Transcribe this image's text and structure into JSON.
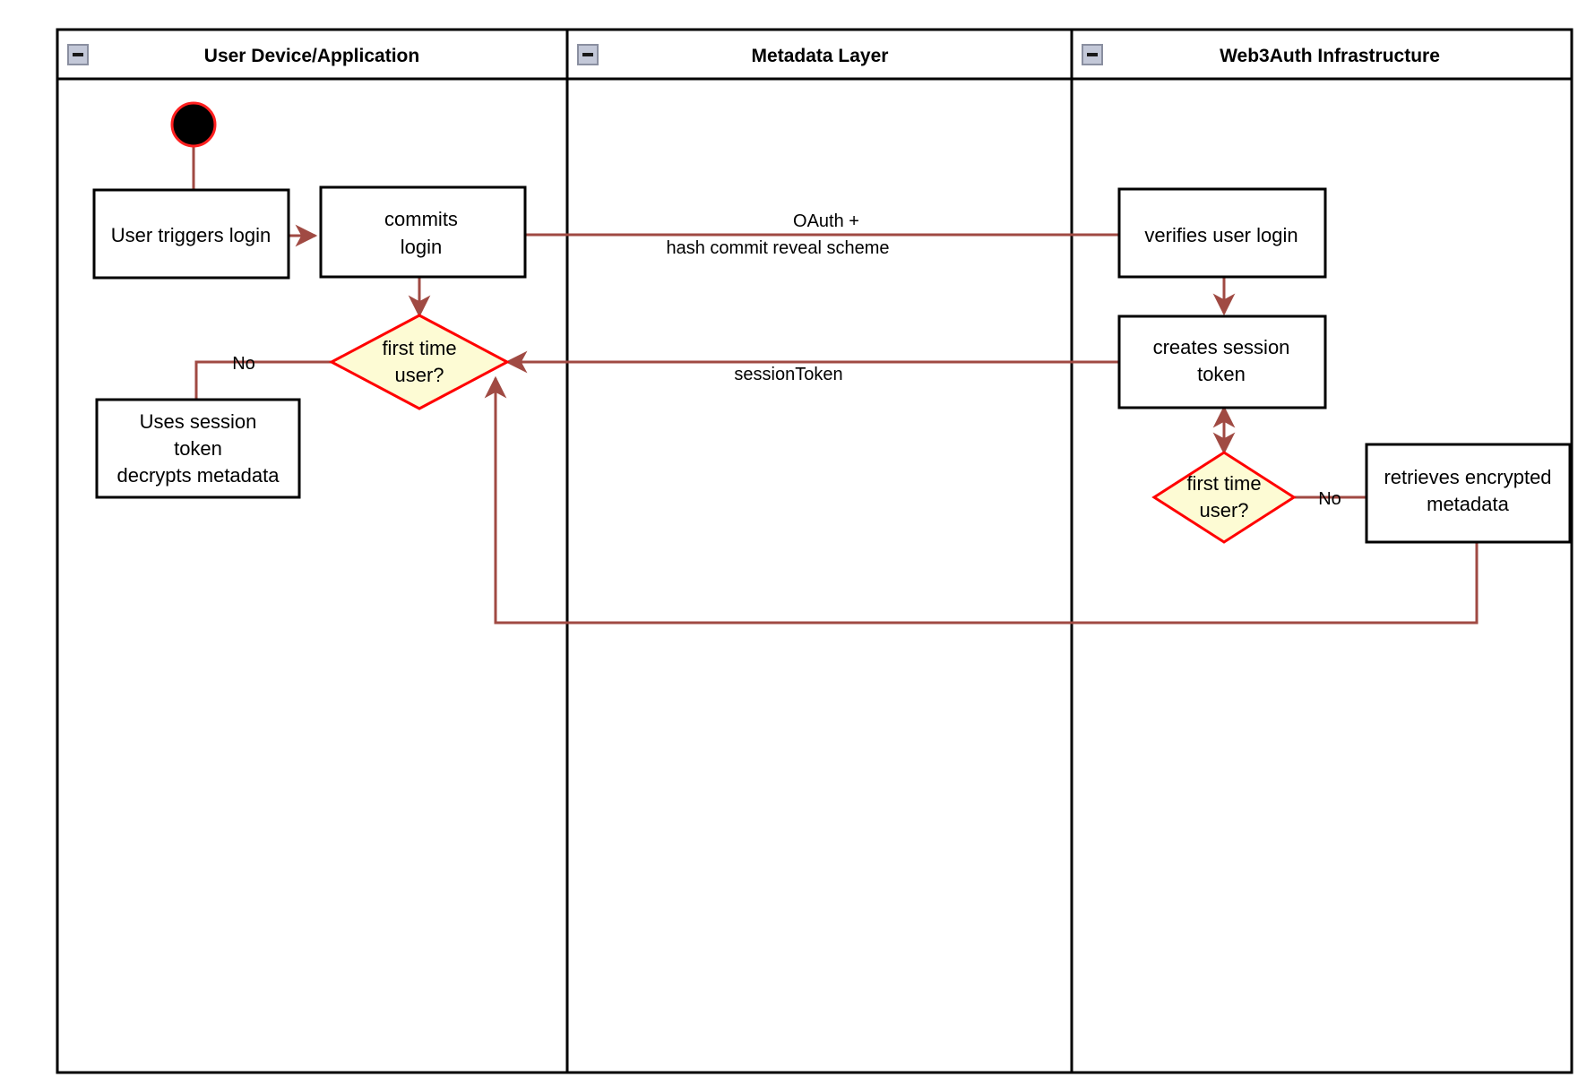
{
  "diagram": {
    "type": "uml-activity-swimlane",
    "title": "Web3Auth login activity diagram",
    "colors": {
      "lane_border": "#000000",
      "node_border": "#000000",
      "node_fill": "#ffffff",
      "decision_fill": "#fdfbd4",
      "decision_border": "#ff0000",
      "flow_line": "#a04a43",
      "start_node_fill": "#000000",
      "start_node_border": "#ff2020",
      "collapse_icon_fill": "#c3c8d8",
      "page_background": "#ffffff"
    },
    "lanes": [
      {
        "id": "user-device",
        "title": "User Device/Application",
        "collapse_icon": "minus-icon"
      },
      {
        "id": "metadata-layer",
        "title": "Metadata Layer",
        "collapse_icon": "minus-icon"
      },
      {
        "id": "web3auth",
        "title": "Web3Auth Infrastructure",
        "collapse_icon": "minus-icon"
      }
    ],
    "nodes": {
      "start": {
        "shape": "initial-node",
        "label": ""
      },
      "user_triggers_login": {
        "shape": "action",
        "lane": "user-device",
        "label": "User triggers login"
      },
      "commits_login": {
        "shape": "action",
        "lane": "user-device",
        "label_line1": "commits",
        "label_line2": "login"
      },
      "decision_user_lane": {
        "shape": "decision",
        "lane": "user-device",
        "label_line1": "first time",
        "label_line2": "user?"
      },
      "uses_session_token": {
        "shape": "action",
        "lane": "user-device",
        "label_line1": "Uses session",
        "label_line2": "token",
        "label_line3": "decrypts metadata"
      },
      "verifies_user_login": {
        "shape": "action",
        "lane": "web3auth",
        "label": "verifies user login"
      },
      "creates_session_token": {
        "shape": "action",
        "lane": "web3auth",
        "label_line1": "creates session",
        "label_line2": "token"
      },
      "decision_web3auth_lane": {
        "shape": "decision",
        "lane": "web3auth",
        "label_line1": "first time",
        "label_line2": "user?"
      },
      "retrieves_encrypted_metadata": {
        "shape": "action",
        "lane": "web3auth",
        "label_line1": "retrieves encrypted",
        "label_line2": "metadata"
      }
    },
    "edge_labels": {
      "oauth_line1": "OAuth +",
      "oauth_line2": "hash commit reveal scheme",
      "session_token": "sessionToken",
      "no_user_lane": "No",
      "no_web3auth_lane": "No"
    }
  }
}
